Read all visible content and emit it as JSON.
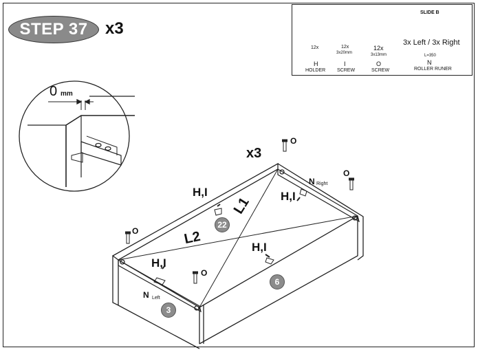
{
  "step": {
    "label": "STEP 37",
    "multiplier": "x3"
  },
  "parts": {
    "holder": {
      "qty": "12x",
      "code": "H",
      "name": "HOLDER"
    },
    "screw_i": {
      "qty": "12x",
      "size": "3x20mm",
      "code": "I",
      "name": "SCREW"
    },
    "screw_o": {
      "qty": "12x",
      "size": "3x13mm",
      "code": "O",
      "name": "SCREW"
    },
    "slide": {
      "title": "SLIDE B",
      "qty": "3x Left / 3x Right",
      "length": "L=350",
      "code": "N",
      "name": "ROLLER RUNER"
    }
  },
  "detail": {
    "gap_value": "0",
    "gap_unit": "mm"
  },
  "diagram": {
    "repeat": "x3",
    "labels": {
      "hi": "H,I",
      "o": "O",
      "l1": "L1",
      "l2": "L2",
      "n": "N",
      "right": "Right",
      "left": "Left"
    },
    "panel_numbers": {
      "back": "22",
      "front": "6",
      "side": "3"
    }
  }
}
